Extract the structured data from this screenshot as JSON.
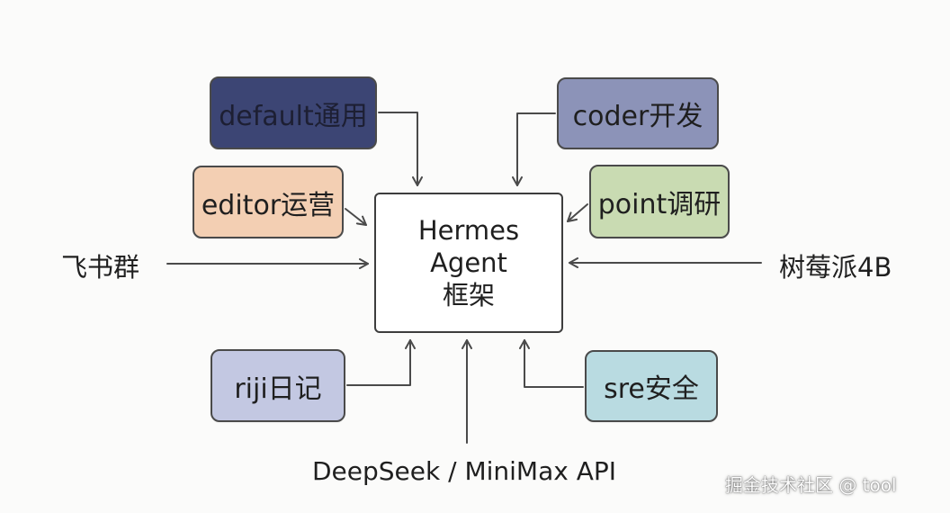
{
  "colors": {
    "default": "#3c4574",
    "coder": "#8c93b8",
    "editor": "#f3cfb3",
    "point": "#c9dbb2",
    "riji": "#c3c8e2",
    "sre": "#b9dbe1",
    "line": "#4a4a4a"
  },
  "nodes": {
    "default": "default通用",
    "coder": "coder开发",
    "editor": "editor运营",
    "point": "point调研",
    "riji": "riji日记",
    "sre": "sre安全"
  },
  "center": {
    "line1": "Hermes",
    "line2": "Agent",
    "line3": "框架"
  },
  "inputs": {
    "feishu": "飞书群",
    "raspi": "树莓派4B",
    "api": "DeepSeek / MiniMax API"
  },
  "watermark": "掘金技术社区 @ tool"
}
